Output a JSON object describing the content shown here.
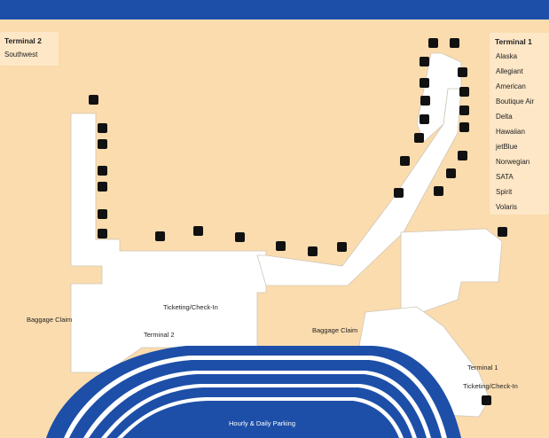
{
  "terminal2_panel": {
    "title": "Terminal 2",
    "airlines": [
      "Southwest"
    ]
  },
  "terminal1_panel": {
    "title": "Terminal 1",
    "airlines": [
      "Alaska",
      "Allegiant",
      "American",
      "Boutique Air",
      "Delta",
      "Hawaiian",
      "jetBlue",
      "Norwegian",
      "SATA",
      "Spirit",
      "Volaris"
    ]
  },
  "labels": {
    "ticketing_t2": "Ticketing/Check-In",
    "baggage_t2": "Baggage Claim",
    "terminal2": "Terminal 2",
    "baggage_t1": "Baggage Claim",
    "terminal1": "Terminal 1",
    "ticketing_t1": "Ticketing/Check-In",
    "parking": "Hourly & Daily Parking"
  },
  "gate_icon": "gate-airplane-icon",
  "colors": {
    "header": "#1d4fa8",
    "background": "#fbdcae",
    "building": "#ffffff",
    "road_blue": "#1d4fa8",
    "panel": "#fde7c6"
  }
}
